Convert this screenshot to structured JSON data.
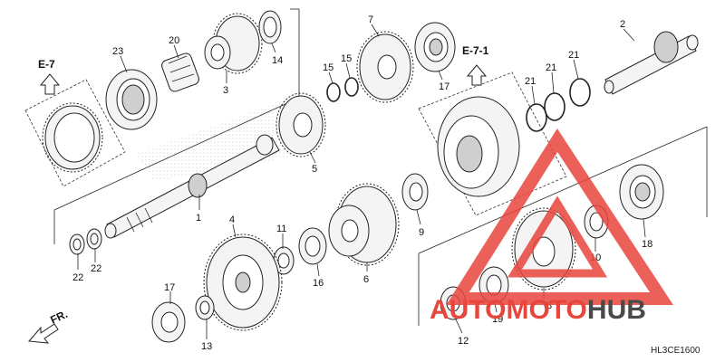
{
  "diagram": {
    "references": [
      {
        "id": "ref-e7",
        "text": "E-7"
      },
      {
        "id": "ref-e71",
        "text": "E-7-1"
      }
    ],
    "direction_label": "FR.",
    "diagram_code": "HL3CE1600",
    "watermark": {
      "part1": "AUTO",
      "part2": "MOTO",
      "part3": "HUB"
    },
    "callouts": {
      "c1": "1",
      "c2": "2",
      "c3": "3",
      "c4": "4",
      "c5": "5",
      "c6": "6",
      "c7": "7",
      "c8": "8",
      "c9": "9",
      "c10": "10",
      "c11": "11",
      "c12": "12",
      "c13": "13",
      "c14": "14",
      "c15a": "15",
      "c15b": "15",
      "c16": "16",
      "c17a": "17",
      "c17b": "17",
      "c18": "18",
      "c19": "19",
      "c20": "20",
      "c21a": "21",
      "c21b": "21",
      "c21c": "21",
      "c22a": "22",
      "c22b": "22",
      "c23": "23"
    },
    "colors": {
      "watermark_red": "#e8453c",
      "watermark_gray": "#4a4a4a",
      "line": "#222222"
    }
  }
}
